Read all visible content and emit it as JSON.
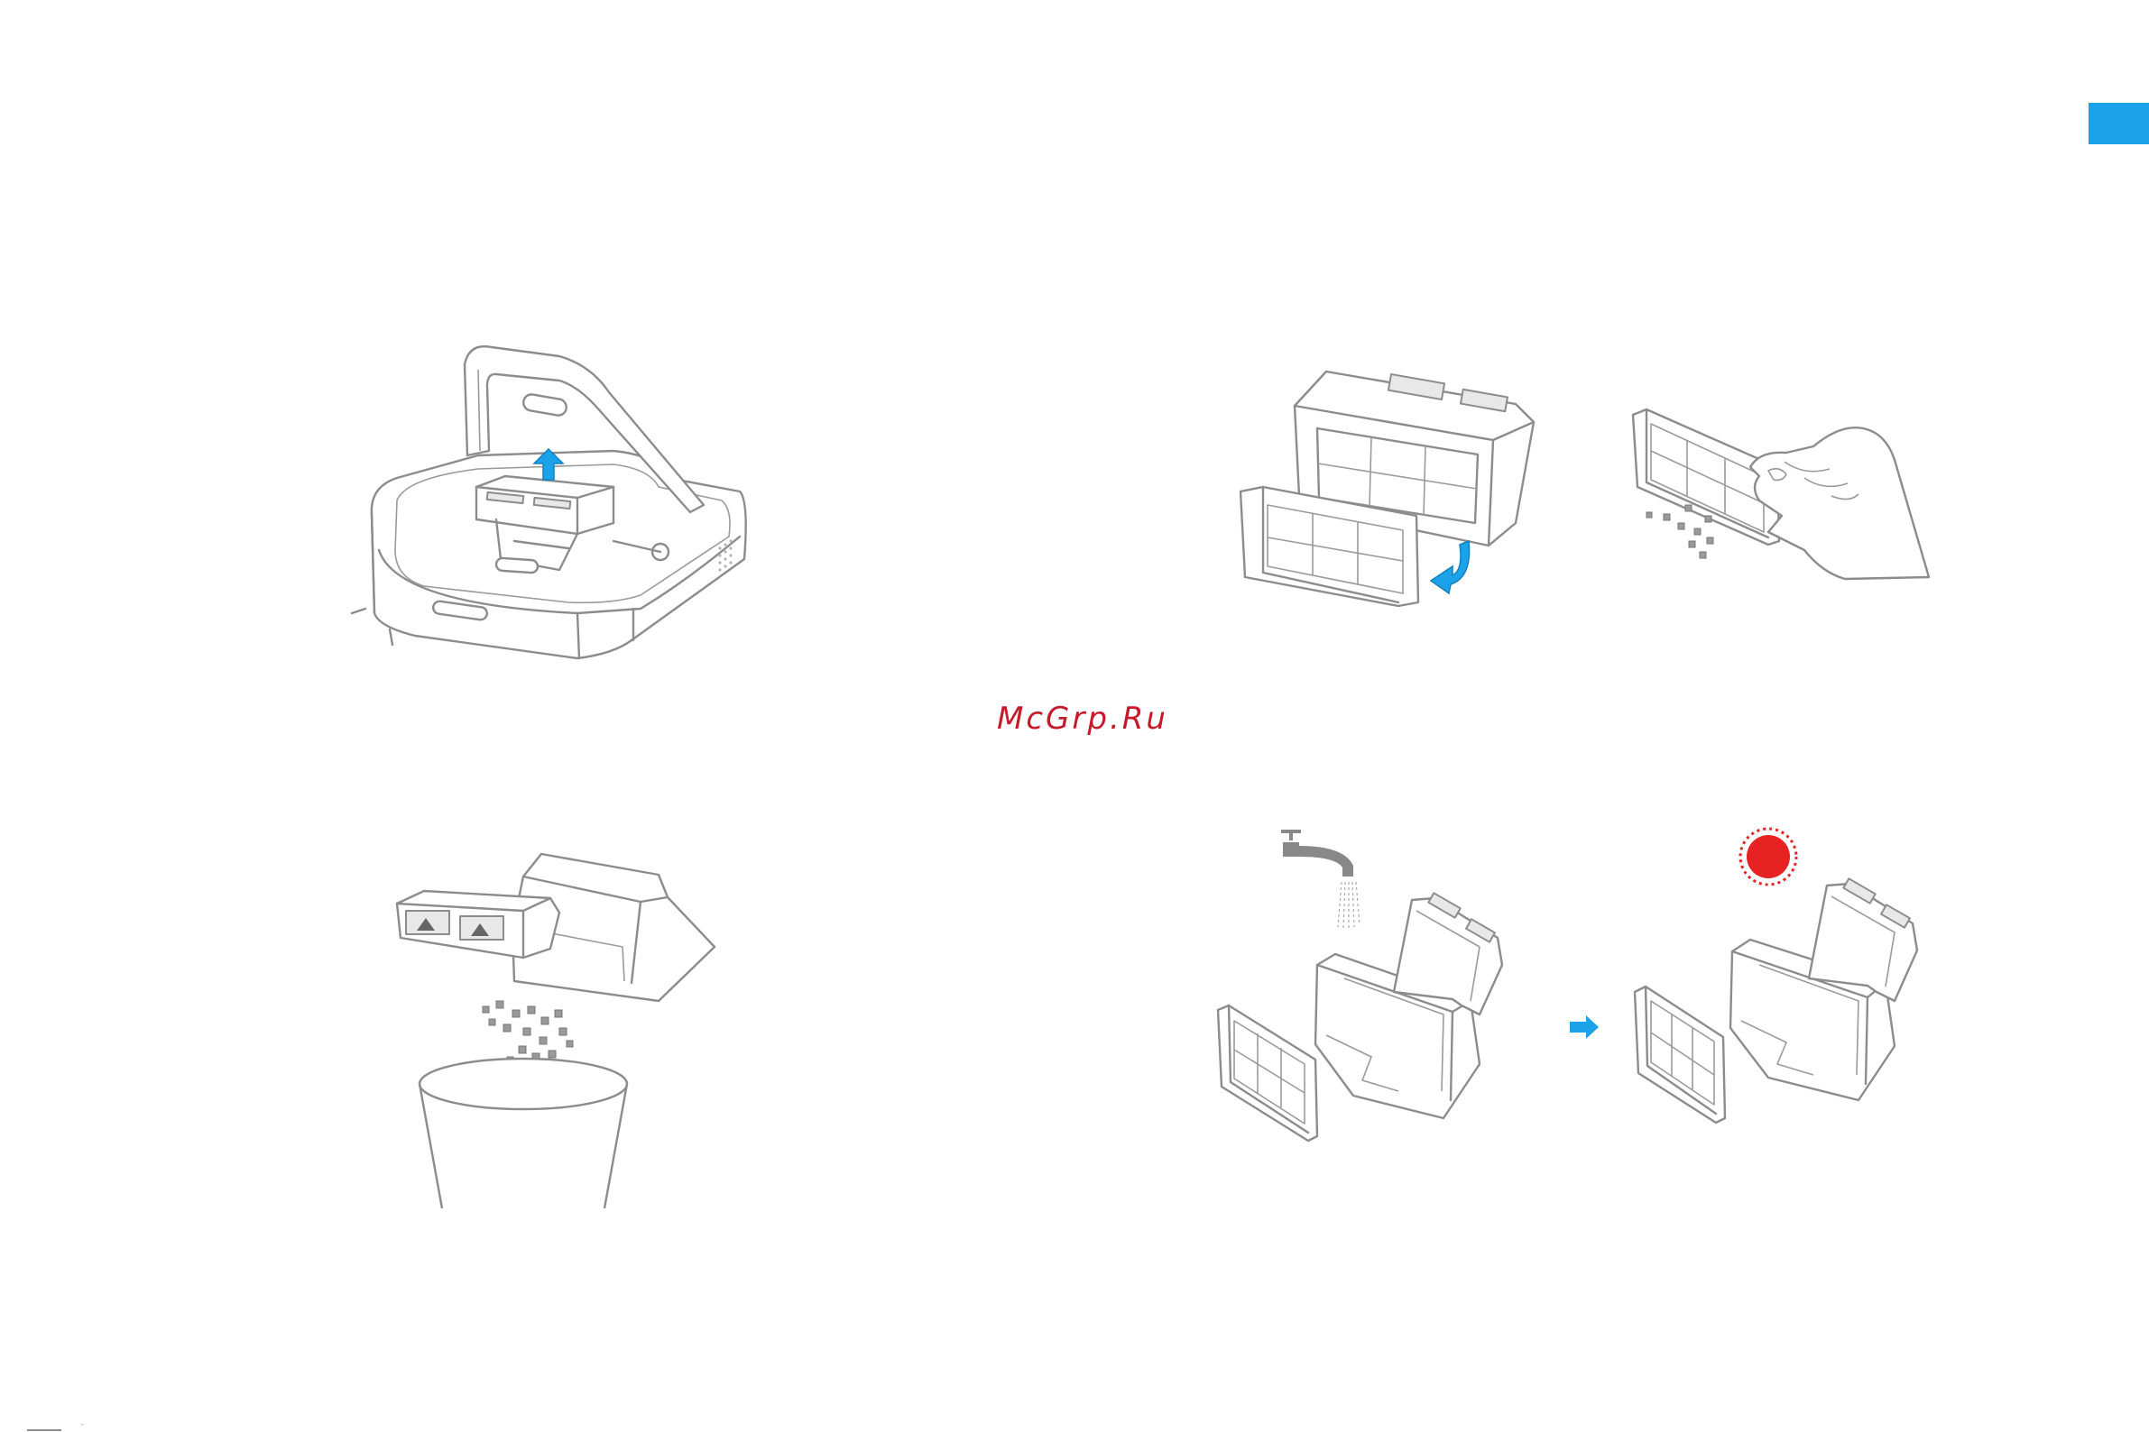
{
  "watermark": {
    "text": "McGrp.Ru"
  },
  "colors": {
    "accent_blue": "#1aa3e8",
    "sun_red": "#e62222",
    "line_gray": "#8c8c8c",
    "watermark_red": "#c8192b"
  },
  "footer": {
    "mark": "″"
  },
  "illustrations": [
    {
      "name": "robot-dock-open-lid",
      "icon": "up-arrow-icon"
    },
    {
      "name": "dustbin-emptying-into-trash"
    },
    {
      "name": "filter-removal",
      "icon": "rotate-arrow-icon"
    },
    {
      "name": "filter-tapping-dust"
    },
    {
      "name": "bin-washing-under-tap",
      "icon": "faucet-icon"
    },
    {
      "name": "bin-drying-in-sun",
      "icon": "sun-icon"
    }
  ]
}
